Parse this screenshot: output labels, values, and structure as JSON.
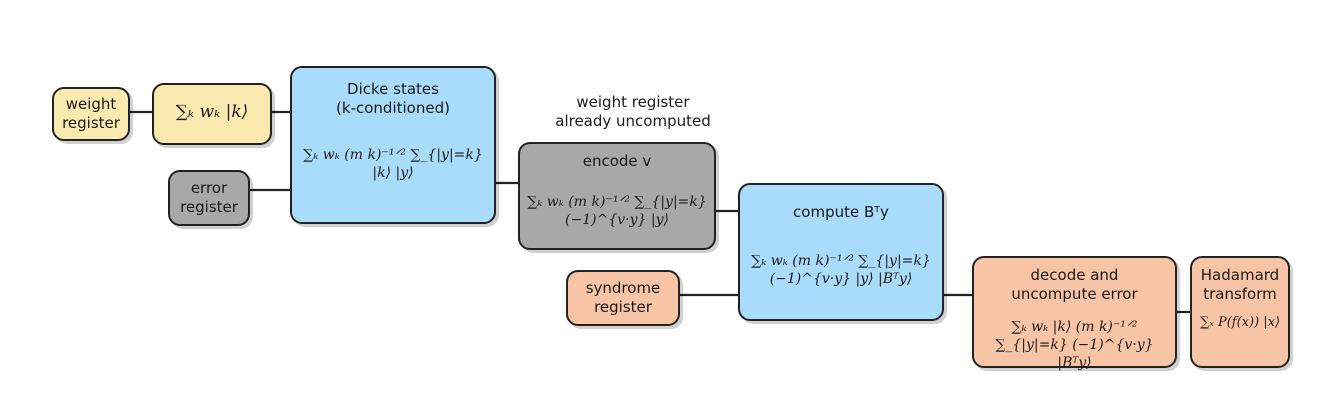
{
  "inputs": {
    "weight_register": "weight\nregister",
    "error_register": "error\nregister",
    "syndrome_register": "syndrome\nregister"
  },
  "weighted_sum": {
    "formula": "∑ₖ wₖ |k⟩"
  },
  "dicke": {
    "title": "Dicke states\n(k-conditioned)",
    "formula": "∑ₖ wₖ (m k)⁻¹ᐟ² ∑_{|y|=k} |k⟩ |y⟩"
  },
  "note": {
    "text": "weight register\nalready uncomputed"
  },
  "encode": {
    "title": "encode v",
    "formula": "∑ₖ wₖ (m k)⁻¹ᐟ² ∑_{|y|=k} (−1)^{v·y} |y⟩"
  },
  "compute": {
    "title": "compute  Bᵀy",
    "formula": "∑ₖ wₖ (m k)⁻¹ᐟ² ∑_{|y|=k} (−1)^{v·y} |y⟩ |Bᵀy⟩"
  },
  "decode": {
    "title": "decode and\nuncompute error",
    "formula": "∑ₖ wₖ |k⟩ (m k)⁻¹ᐟ² ∑_{|y|=k} (−1)^{v·y} |Bᵀy⟩"
  },
  "hadamard": {
    "title": "Hadamard\ntransform",
    "formula": "∑ₓ P(f(x)) |x⟩"
  },
  "colors": {
    "yellow": "#fbeab0",
    "blue": "#a9dcfb",
    "gray": "#a8a8a8",
    "peach": "#f7c4a6"
  }
}
